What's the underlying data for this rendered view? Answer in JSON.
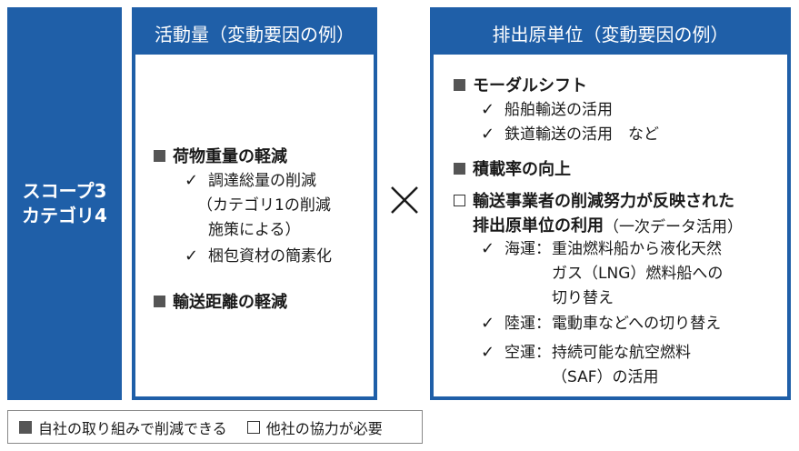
{
  "scope": {
    "line1": "スコープ3",
    "line2": "カテゴリ4"
  },
  "activity": {
    "header": "活動量（変動要因の例）",
    "item1_title": "荷物重量の軽減",
    "item1_sub1_l1": "調達総量の削減",
    "item1_sub1_l2": "（カテゴリ1の削減",
    "item1_sub1_l3": "施策による）",
    "item1_sub2": "梱包資材の簡素化",
    "item2_title": "輸送距離の軽減"
  },
  "emission": {
    "header": "排出原単位（変動要因の例）",
    "item1_title": "モーダルシフト",
    "item1_sub1": "船舶輸送の活用",
    "item1_sub2": "鉄道輸送の活用　など",
    "item2_title": "積載率の向上",
    "item3_title_l1": "輸送事業者の削減努力が反映された",
    "item3_title_l2a": "排出原単位の利用",
    "item3_title_l2b": "（一次データ活用）",
    "sea_label": "海運：",
    "sea_l1": "重油燃料船から液化天然",
    "sea_l2": "ガス（LNG）燃料船への",
    "sea_l3": "切り替え",
    "land_label": "陸運：",
    "land_l1": "電動車などへの切り替え",
    "air_label": "空運：",
    "air_l1": "持続可能な航空燃料",
    "air_l2": "（SAF）の活用"
  },
  "legend": {
    "filled_label": "自社の取り組みで削減できる",
    "empty_label": "他社の協力が必要"
  },
  "symbols": {
    "check": "✓"
  },
  "colors": {
    "accent": "#1f5fa8",
    "square_fill": "#555555"
  }
}
